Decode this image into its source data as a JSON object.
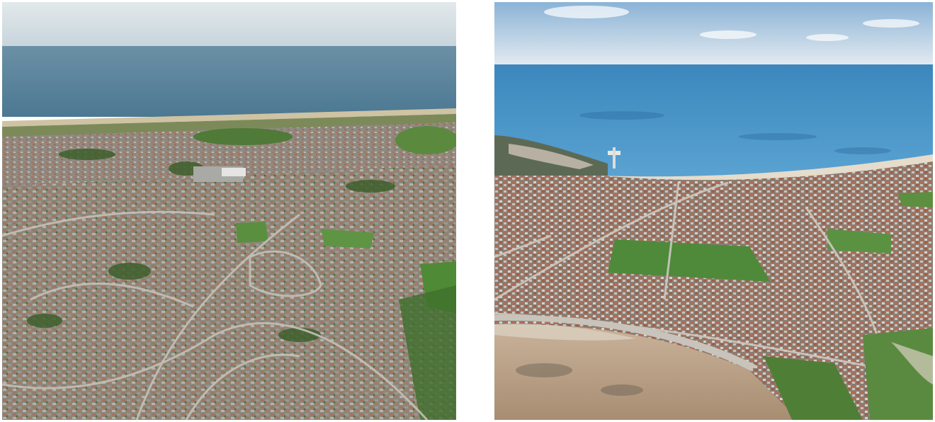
{
  "photos": [
    {
      "id": "left",
      "subject": "aerial-view-suburban-coastal-town",
      "colors": {
        "sky_top": "#dfe7ea",
        "sky_bottom": "#c9d6dc",
        "sea": "#4f7c96",
        "sea_far": "#6d93a8",
        "beach": "#cdbf9c",
        "town": "#8f8a80",
        "roofs": "#a8755f",
        "green": "#4f7a3a",
        "road": "#b9b5ad"
      }
    },
    {
      "id": "right",
      "subject": "aerial-view-seaside-resort-bay",
      "colors": {
        "sky_top": "#8bb6d9",
        "sky_bottom": "#e8eef2",
        "sea": "#3f8fc4",
        "sea_far": "#5aa2d1",
        "beach": "#b59a7e",
        "town": "#8c7f74",
        "roofs": "#b36a52",
        "green": "#4d7b35",
        "road": "#c2bdb5"
      }
    }
  ]
}
